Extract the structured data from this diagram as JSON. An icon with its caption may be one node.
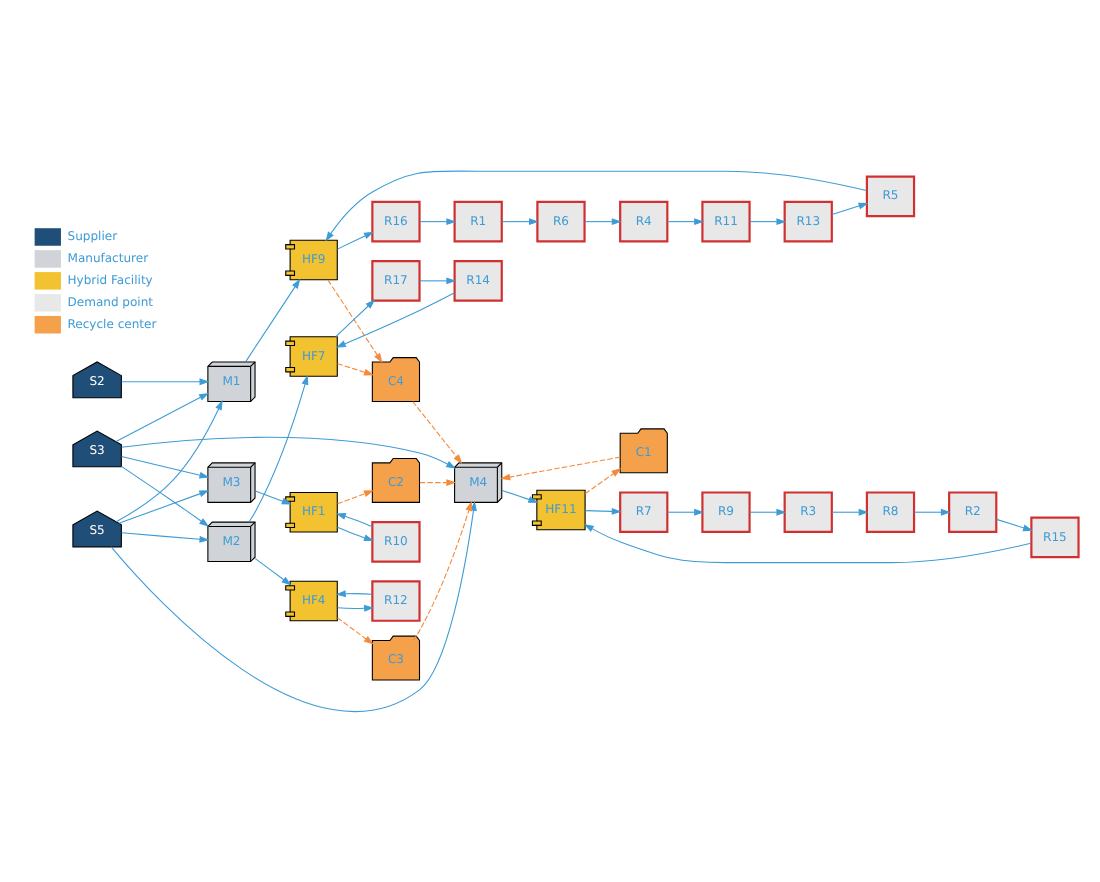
{
  "diagram": {
    "nodes": [
      {
        "text": [
          "S2"
        ]
      },
      {
        "text": [
          "S3"
        ]
      },
      {
        "text": [
          "S5"
        ]
      },
      {
        "text": [
          "M1"
        ]
      },
      {
        "text": [
          "M2"
        ]
      },
      {
        "text": [
          "M3"
        ]
      },
      {
        "text": [
          "M4"
        ]
      },
      {
        "text": [
          "C4"
        ]
      },
      {
        "text": [
          "C3"
        ]
      },
      {
        "text": [
          "C2"
        ]
      },
      {
        "text": [
          "C1"
        ]
      },
      {
        "text": [
          "HF9"
        ]
      },
      {
        "text": [
          "HF7"
        ]
      },
      {
        "text": [
          "HF4"
        ]
      },
      {
        "text": [
          "HF1"
        ]
      },
      {
        "text": [
          "HF11"
        ]
      },
      {
        "text": [
          "R16"
        ]
      },
      {
        "text": [
          "R1"
        ]
      },
      {
        "text": [
          "R6"
        ]
      },
      {
        "text": [
          "R4"
        ]
      },
      {
        "text": [
          "R11"
        ]
      },
      {
        "text": [
          "R13"
        ]
      },
      {
        "text": [
          "R5"
        ]
      },
      {
        "text": [
          "R17"
        ]
      },
      {
        "text": [
          "R14"
        ]
      },
      {
        "text": [
          "R12"
        ]
      },
      {
        "text": [
          "R10"
        ]
      },
      {
        "text": [
          "R7"
        ]
      },
      {
        "text": [
          "R9"
        ]
      },
      {
        "text": [
          "R3"
        ]
      },
      {
        "text": [
          "R8"
        ]
      },
      {
        "text": [
          "R2"
        ]
      },
      {
        "text": [
          "R15"
        ]
      }
    ],
    "edges": [
      {
        "from": 0,
        "to": 3,
        "arrow": "to"
      },
      {
        "from": 1,
        "to": 3,
        "arrow": "to"
      },
      {
        "from": 1,
        "to": 4,
        "arrow": "to"
      },
      {
        "from": 1,
        "to": 5,
        "arrow": "to"
      },
      {
        "from": 1,
        "to": 6,
        "arrow": "to"
      },
      {
        "from": 2,
        "to": 3,
        "arrow": "to"
      },
      {
        "from": 2,
        "to": 4,
        "arrow": "to"
      },
      {
        "from": 2,
        "to": 5,
        "arrow": "to"
      },
      {
        "from": 2,
        "to": 6,
        "arrow": "to"
      },
      {
        "from": 3,
        "to": 11,
        "arrow": "to"
      },
      {
        "from": 4,
        "to": 12,
        "arrow": "to"
      },
      {
        "from": 4,
        "to": 13,
        "arrow": "to"
      },
      {
        "from": 5,
        "to": 14,
        "arrow": "to"
      },
      {
        "from": 6,
        "to": 15,
        "arrow": "to"
      },
      {
        "from": 11,
        "to": 16,
        "arrow": "to"
      },
      {
        "from": 16,
        "to": 17,
        "arrow": "to"
      },
      {
        "from": 17,
        "to": 18,
        "arrow": "to"
      },
      {
        "from": 18,
        "to": 19,
        "arrow": "to"
      },
      {
        "from": 19,
        "to": 20,
        "arrow": "to"
      },
      {
        "from": 20,
        "to": 21,
        "arrow": "to"
      },
      {
        "from": 21,
        "to": 22,
        "arrow": "to"
      },
      {
        "from": 22,
        "to": 11,
        "arrow": "to"
      },
      {
        "from": 12,
        "to": 23,
        "arrow": "to"
      },
      {
        "from": 23,
        "to": 24,
        "arrow": "to"
      },
      {
        "from": 24,
        "to": 12,
        "arrow": "to"
      },
      {
        "from": 13,
        "to": 25,
        "arrow": "to"
      },
      {
        "from": 25,
        "to": 13,
        "arrow": "to"
      },
      {
        "from": 14,
        "to": 26,
        "arrow": "to"
      },
      {
        "from": 26,
        "to": 14,
        "arrow": "to"
      },
      {
        "from": 15,
        "to": 27,
        "arrow": "to"
      },
      {
        "from": 27,
        "to": 28,
        "arrow": "to"
      },
      {
        "from": 28,
        "to": 29,
        "arrow": "to"
      },
      {
        "from": 29,
        "to": 30,
        "arrow": "to"
      },
      {
        "from": 30,
        "to": 31,
        "arrow": "to"
      },
      {
        "from": 31,
        "to": 32,
        "arrow": "to"
      },
      {
        "from": 32,
        "to": 15,
        "arrow": "to"
      },
      {
        "from": 11,
        "to": 7,
        "arrow": "to",
        "style": "dashed",
        "color": "#f58a3a"
      },
      {
        "from": 12,
        "to": 7,
        "arrow": "to",
        "style": "dashed",
        "color": "#f58a3a"
      },
      {
        "from": 13,
        "to": 8,
        "arrow": "to",
        "style": "dashed",
        "color": "#f58a3a"
      },
      {
        "from": 14,
        "to": 9,
        "arrow": "to",
        "style": "dashed",
        "color": "#f58a3a"
      },
      {
        "from": 15,
        "to": 10,
        "arrow": "to",
        "style": "dashed",
        "color": "#f58a3a"
      },
      {
        "from": 7,
        "to": 6,
        "arrow": "to",
        "style": "dashed",
        "color": "#f58a3a"
      },
      {
        "from": 8,
        "to": 6,
        "arrow": "to",
        "style": "dashed",
        "color": "#f58a3a"
      },
      {
        "from": 9,
        "to": 6,
        "arrow": "to",
        "style": "dashed",
        "color": "#f58a3a"
      },
      {
        "from": 10,
        "to": 6,
        "arrow": "to",
        "style": "dashed",
        "color": "#f58a3a"
      }
    ],
    "legend": [
      {
        "text": "Supplier"
      },
      {
        "text": "Manufacturer"
      },
      {
        "text": "Hybrid Facility"
      },
      {
        "text": "Demand point"
      },
      {
        "text": "Recycle center"
      }
    ]
  }
}
